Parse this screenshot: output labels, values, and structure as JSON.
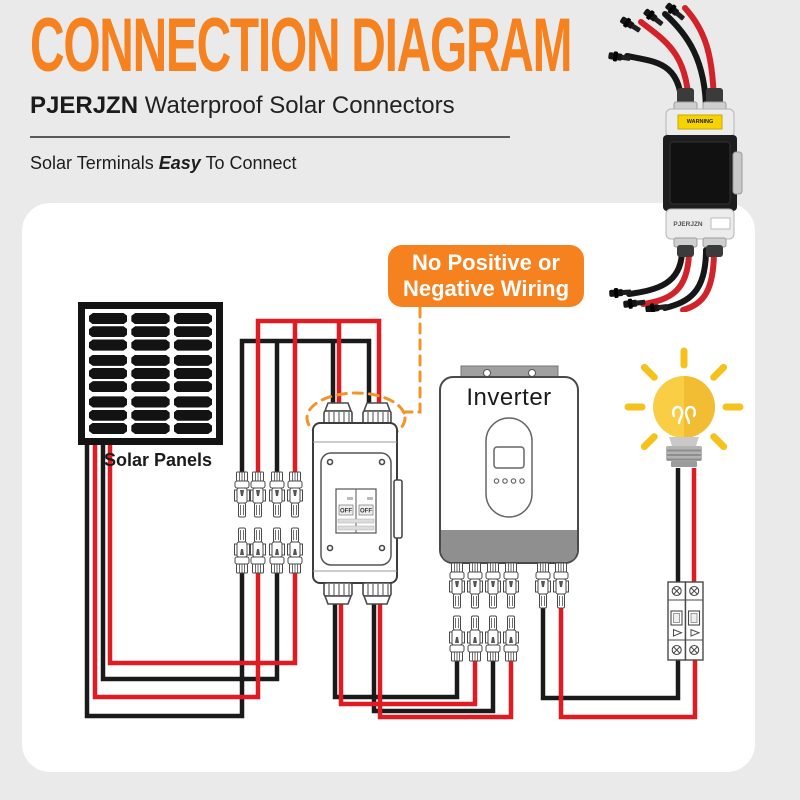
{
  "header": {
    "title": "CONNECTION DIAGRAM",
    "brand": "PJERJZN",
    "subtitle": " Waterproof Solar Connectors",
    "tagline_pre": "Solar Terminals ",
    "tagline_em": "Easy",
    "tagline_post": " To Connect"
  },
  "callout": {
    "line1": "No Positive or",
    "line2": "Negative Wiring"
  },
  "diagram": {
    "solar_panels_label": "Solar Panels",
    "inverter_label": "Inverter",
    "off_label": "OFF",
    "photo_brand": "PJERJZN",
    "photo_warning": "WARNING"
  },
  "colors": {
    "accent_orange": "#F5821F",
    "wire_red": "#E01B22",
    "wire_black": "#1A1A1A",
    "bulb_yellow": "#F9CE45",
    "page_bg": "#EAEAEA",
    "card_bg": "#FFFFFF"
  }
}
